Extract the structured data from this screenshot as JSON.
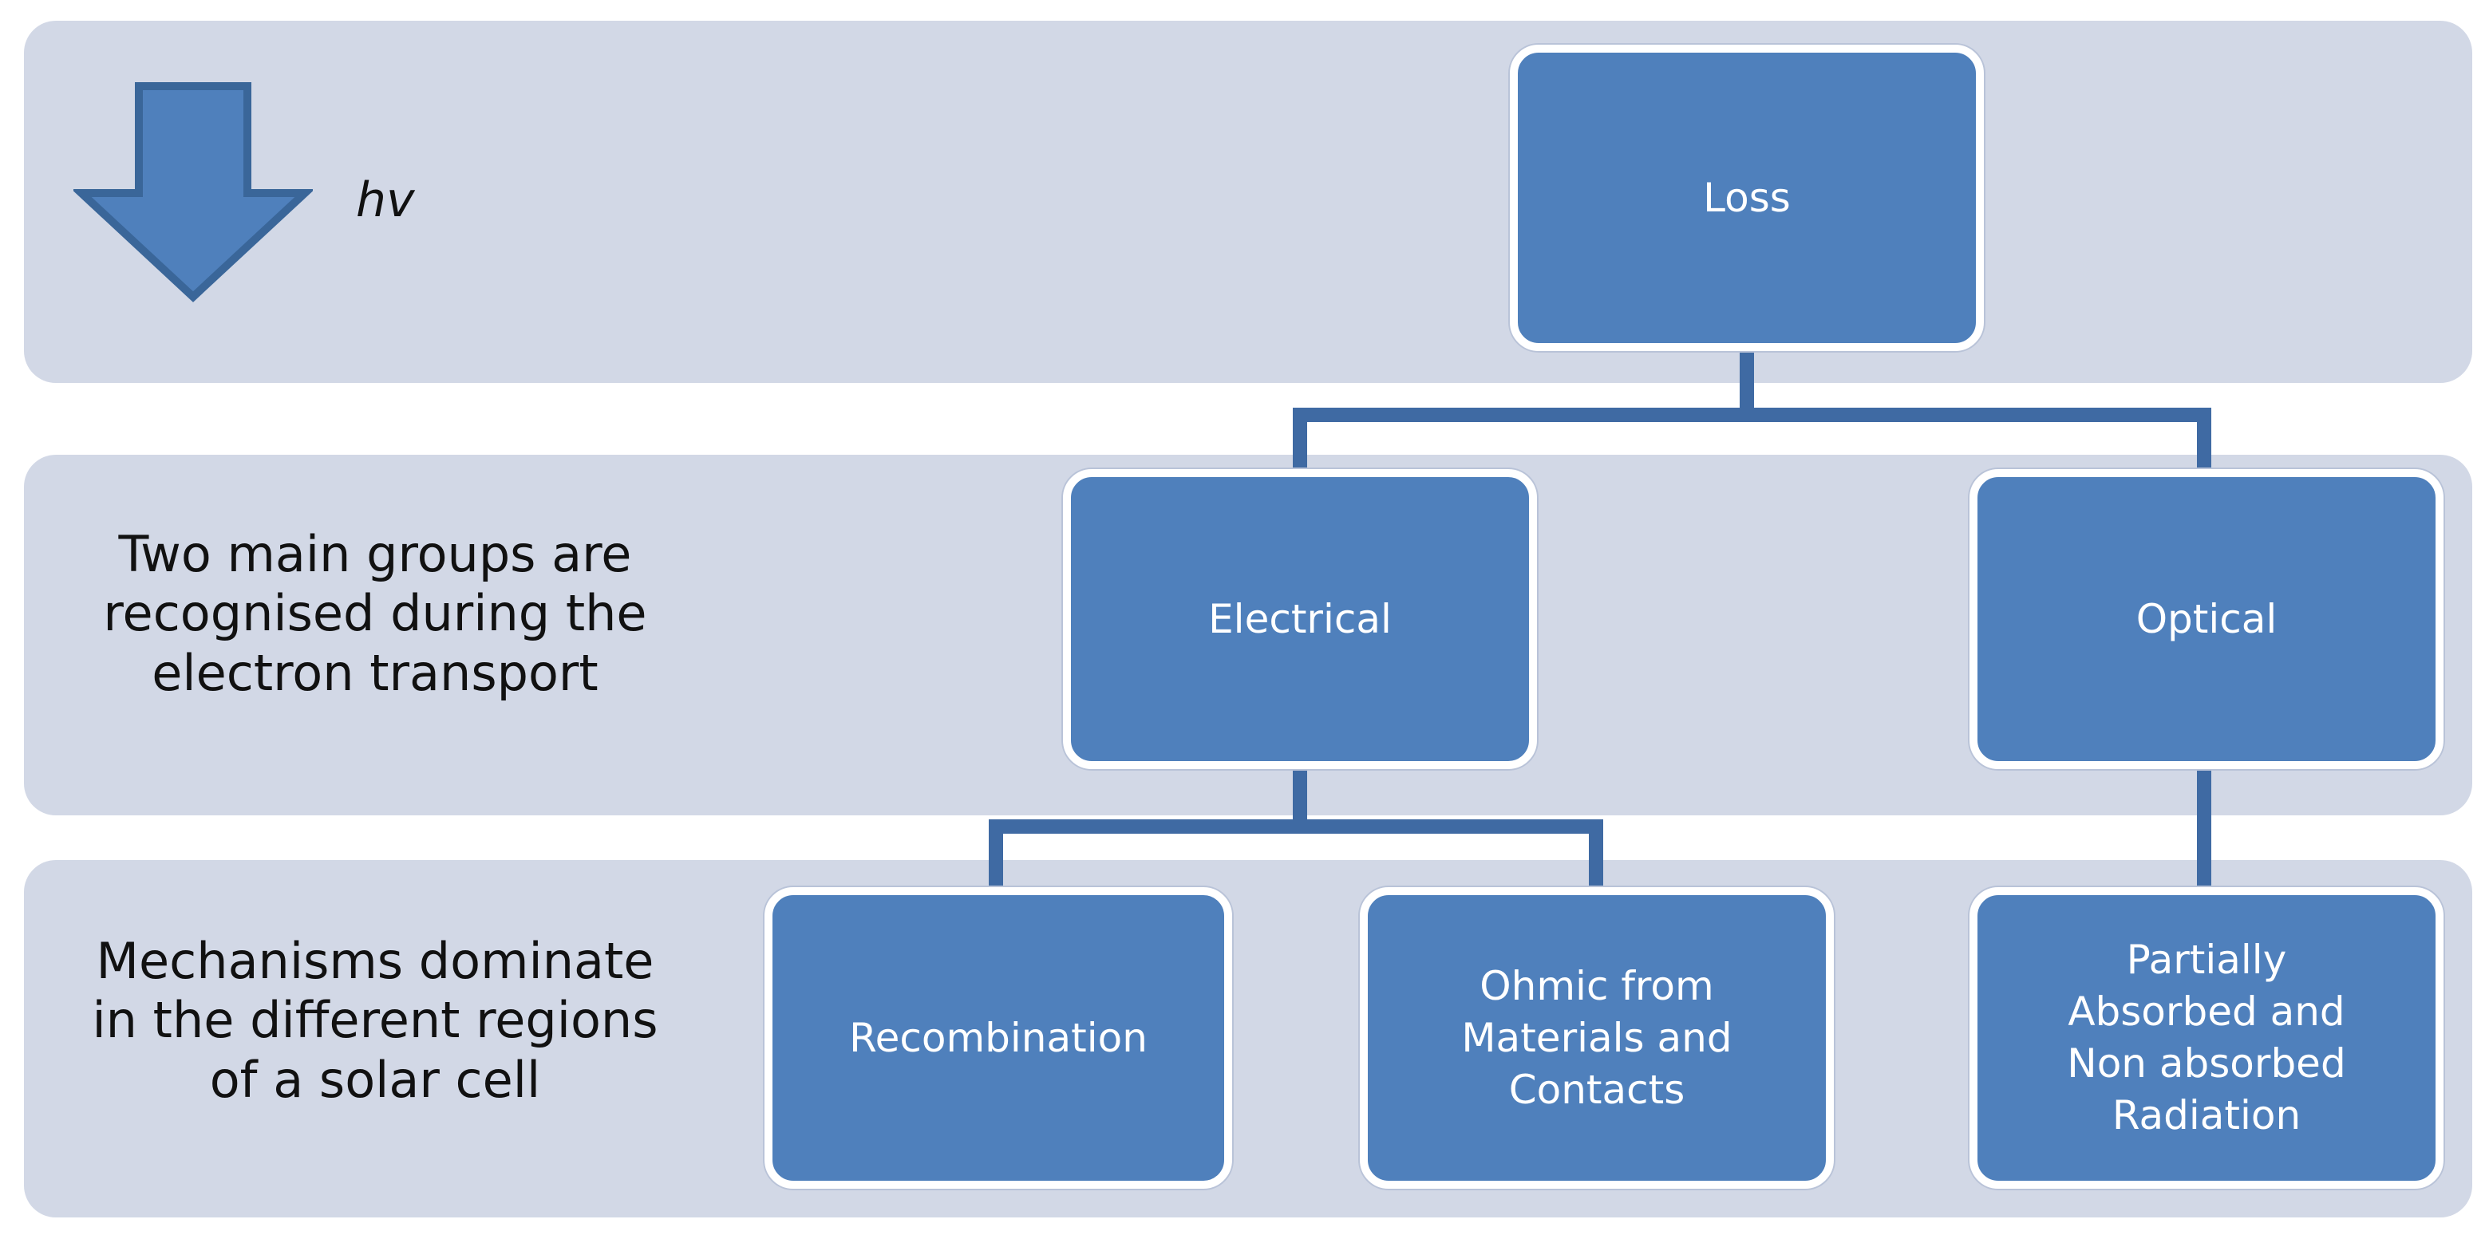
{
  "photon": {
    "label": "hv"
  },
  "rows": {
    "groups_label": "Two main groups are\nrecognised during the\nelectron transport",
    "mechanisms_label": "Mechanisms dominate\nin the different regions\nof a solar cell"
  },
  "nodes": {
    "loss": "Loss",
    "electrical": "Electrical",
    "optical": "Optical",
    "recombination": "Recombination",
    "ohmic": "Ohmic from\nMaterials and\nContacts",
    "radiation": "Partially\nAbsorbed and\nNon absorbed\nRadiation"
  },
  "colors": {
    "band": "#d2d8e6",
    "node_fill": "#4f80bc",
    "node_border": "#ffffff",
    "connector": "#3f6aa3",
    "arrow_fill": "#4f80bc",
    "arrow_stroke": "#3a6699"
  }
}
